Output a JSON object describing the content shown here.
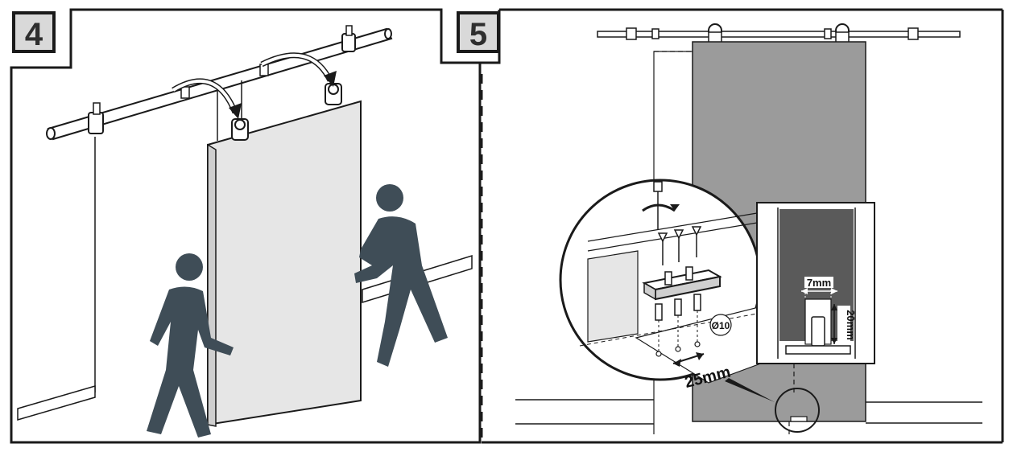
{
  "steps": [
    {
      "number": "4"
    },
    {
      "number": "5"
    }
  ],
  "dimensions": {
    "gap_width": "7mm",
    "guide_height": "20mm",
    "drill_diameter": "Ø10",
    "hole_spacing": "25mm"
  },
  "colors": {
    "outline": "#1a1a1a",
    "person": "#3f4d57",
    "door_light": "#e6e6e6",
    "door_dark": "#9b9b9b",
    "door_edge": "#cfcfcf",
    "detail_dark": "#5a5a5a"
  },
  "icons": [
    "person-icon",
    "rotation-arrow-icon",
    "screw-icon",
    "roller-icon"
  ]
}
